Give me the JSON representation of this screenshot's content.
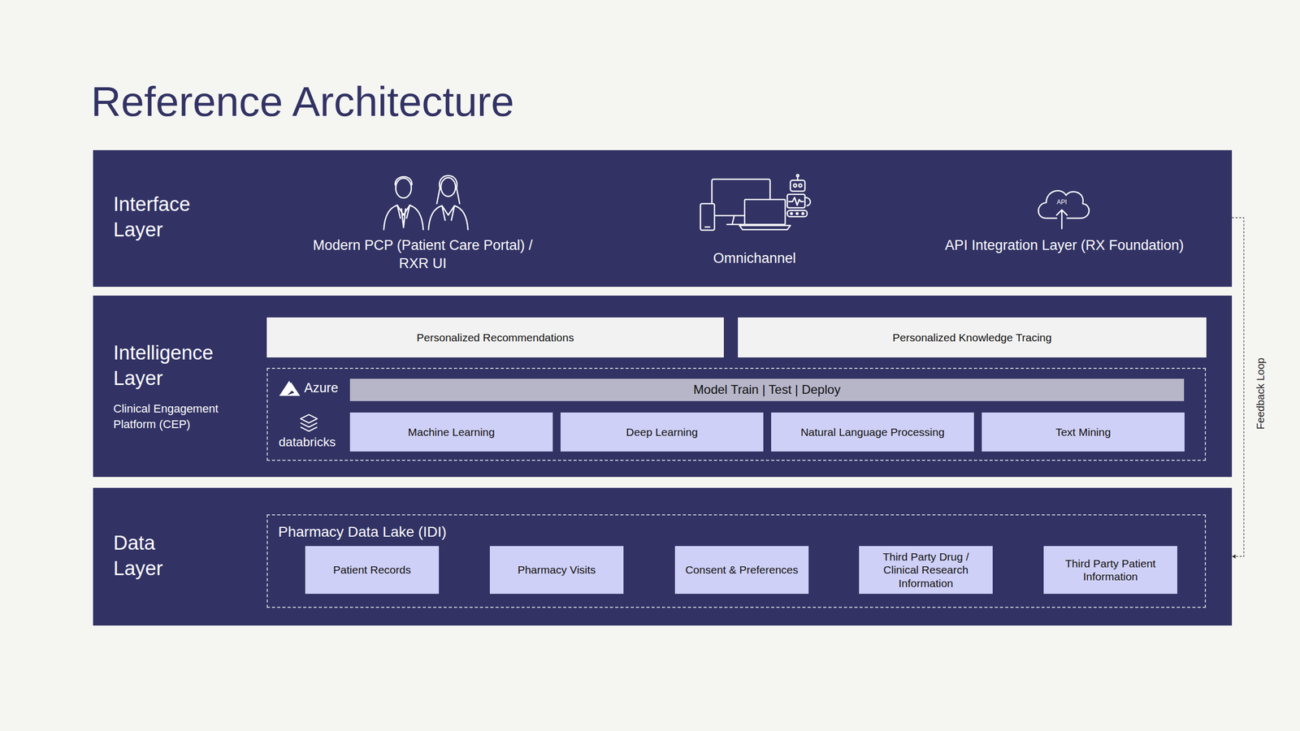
{
  "diagram": {
    "title": "Reference Architecture",
    "nodes": [
      {
        "text": [
          "Interface Layer",
          "Modern PCP (Patient Care Portal) / RXR UI",
          "Omnichannel",
          "API Integration Layer (RX Foundation)"
        ]
      },
      {
        "text": [
          "Intelligence Layer",
          "Clinical Engagement Platform (CEP)"
        ]
      },
      {
        "text": [
          "Personalized Recommendations"
        ],
        "in": 1
      },
      {
        "text": [
          "Personalized Knowledge Tracing"
        ],
        "in": 1
      },
      {
        "text": [
          "Azure",
          "databricks"
        ],
        "in": 1
      },
      {
        "text": [
          "Model Train | Test | Deploy"
        ],
        "in": 4
      },
      {
        "text": [
          "Machine Learning"
        ],
        "in": 4
      },
      {
        "text": [
          "Deep Learning"
        ],
        "in": 4
      },
      {
        "text": [
          "Natural Language Processing"
        ],
        "in": 4
      },
      {
        "text": [
          "Text Mining"
        ],
        "in": 4
      },
      {
        "text": [
          "Data Layer"
        ]
      },
      {
        "text": [
          "Pharmacy Data Lake (IDI)"
        ],
        "in": 10
      },
      {
        "text": [
          "Patient Records"
        ],
        "in": 11
      },
      {
        "text": [
          "Pharmacy Visits"
        ],
        "in": 11
      },
      {
        "text": [
          "Consent & Preferences"
        ],
        "in": 11
      },
      {
        "text": [
          "Third Party Drug / Clinical Research Information"
        ],
        "in": 11
      },
      {
        "text": [
          "Third Party Patient Information"
        ],
        "in": 11
      }
    ],
    "edges": [
      {
        "from": 0,
        "to": 10,
        "arrow": "to",
        "label": "Feedback Loop"
      }
    ],
    "labels": [
      "API"
    ]
  }
}
